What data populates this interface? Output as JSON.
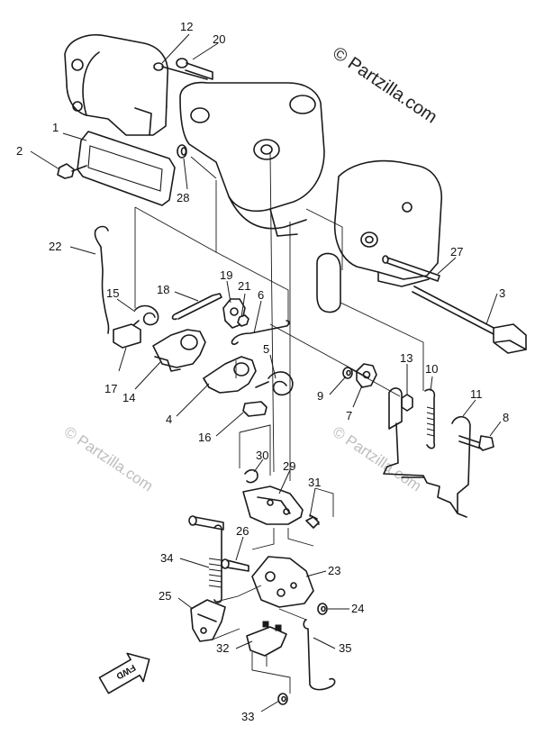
{
  "watermark": {
    "main": "© Partzilla.com",
    "faint": "© Partzilla.com"
  },
  "direction_label": "FWD",
  "callouts": [
    "1",
    "2",
    "3",
    "4",
    "5",
    "6",
    "7",
    "8",
    "9",
    "10",
    "11",
    "12",
    "13",
    "14",
    "15",
    "16",
    "17",
    "18",
    "19",
    "20",
    "21",
    "22",
    "23",
    "24",
    "25",
    "26",
    "27",
    "28",
    "29",
    "30",
    "31",
    "32",
    "33",
    "34",
    "35"
  ]
}
